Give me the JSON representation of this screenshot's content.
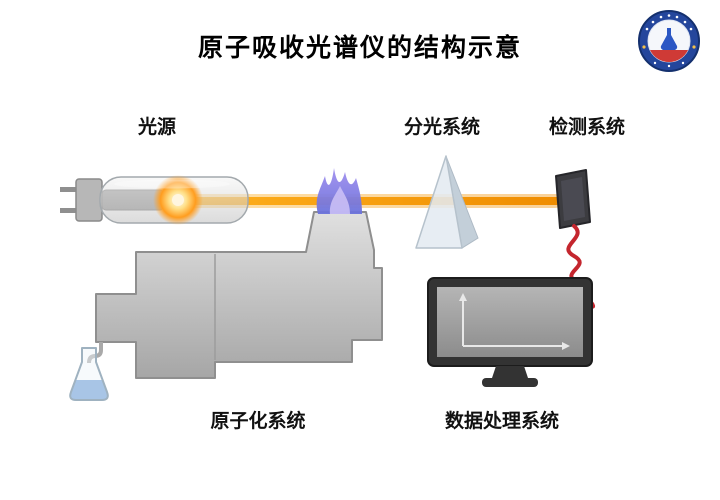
{
  "title": "原子吸收光谱仪的结构示意",
  "labels": {
    "light_source": "光源",
    "dispersion": "分光系统",
    "detection": "检测系统",
    "atomization": "原子化系统",
    "data_processing": "数据处理系统"
  },
  "colors": {
    "beam_orange": "#F59B00",
    "flame_purple": "#8578DF",
    "cable_red": "#C4262E",
    "body_gray": "#BDBDBD",
    "monitor_dark": "#333333",
    "flask_liquid_blue": "#6F9FD8",
    "logo_blue": "#24469C"
  },
  "icons": {
    "logo": "spectrometer-badge-logo",
    "lamp": "hollow-cathode-lamp",
    "flame": "atomizer-flame",
    "prism": "dispersion-prism",
    "detector": "detector-plate",
    "monitor": "computer-monitor",
    "flask": "sample-flask"
  }
}
